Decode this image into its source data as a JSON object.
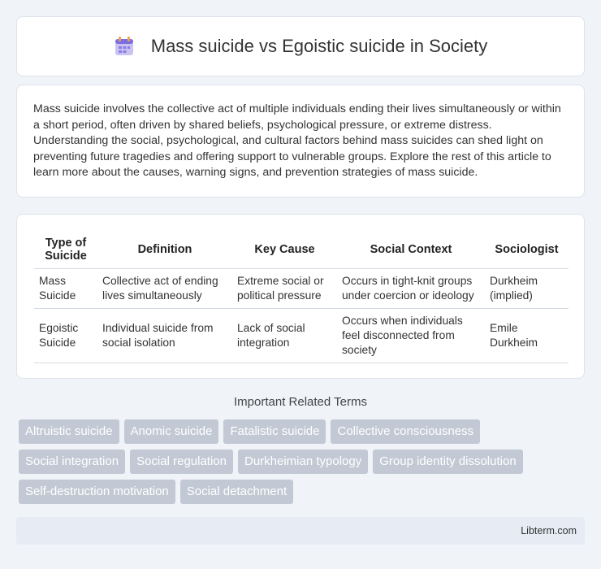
{
  "header": {
    "title": "Mass suicide vs Egoistic suicide in Society",
    "icon": "calendar-icon"
  },
  "intro": {
    "text": "Mass suicide involves the collective act of multiple individuals ending their lives simultaneously or within a short period, often driven by shared beliefs, psychological pressure, or extreme distress. Understanding the social, psychological, and cultural factors behind mass suicides can shed light on preventing future tragedies and offering support to vulnerable groups. Explore the rest of this article to learn more about the causes, warning signs, and prevention strategies of mass suicide."
  },
  "table": {
    "headers": [
      "Type of Suicide",
      "Definition",
      "Key Cause",
      "Social Context",
      "Sociologist"
    ],
    "rows": [
      [
        "Mass Suicide",
        "Collective act of ending lives simultaneously",
        "Extreme social or political pressure",
        "Occurs in tight-knit groups under coercion or ideology",
        "Durkheim (implied)"
      ],
      [
        "Egoistic Suicide",
        "Individual suicide from social isolation",
        "Lack of social integration",
        "Occurs when individuals feel disconnected from society",
        "Emile Durkheim"
      ]
    ]
  },
  "related": {
    "title": "Important Related Terms",
    "tags": [
      "Altruistic suicide",
      "Anomic suicide",
      "Fatalistic suicide",
      "Collective consciousness",
      "Social integration",
      "Social regulation",
      "Durkheimian typology",
      "Group identity dissolution",
      "Self-destruction motivation",
      "Social detachment"
    ]
  },
  "footer": {
    "site": "Libterm.com"
  }
}
